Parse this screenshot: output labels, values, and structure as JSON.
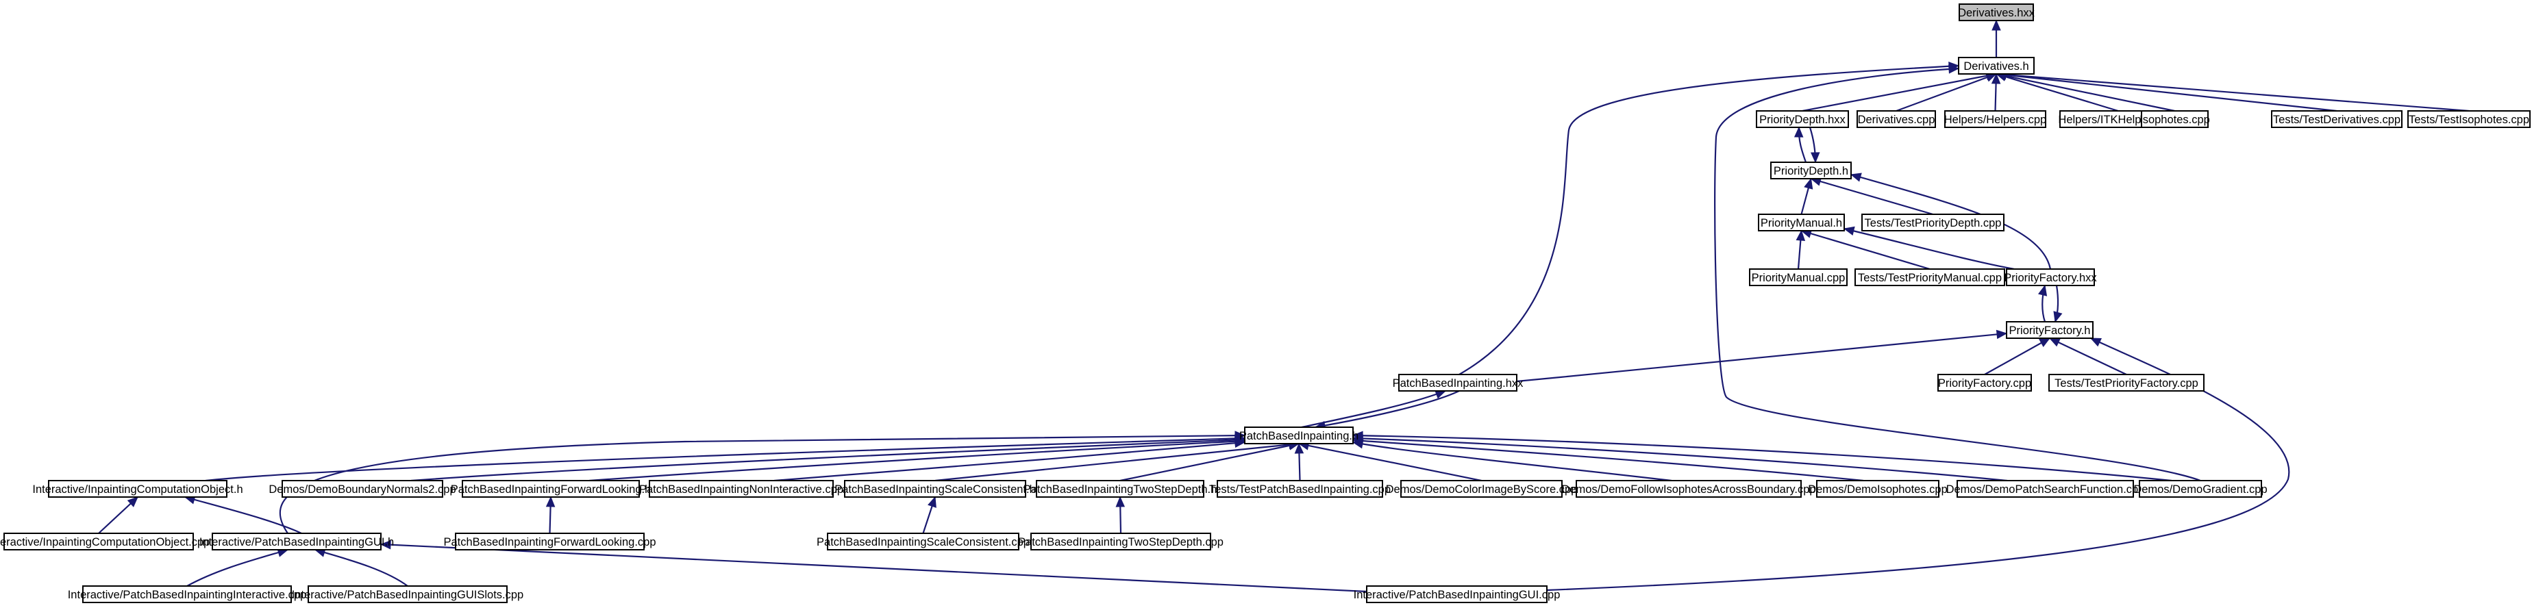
{
  "colors": {
    "edge": "#191970",
    "node_border": "#000000",
    "node_fill": "#ffffff",
    "root_fill": "#bfbfbf",
    "background": "#ffffff"
  },
  "nodes": [
    {
      "id": "derivatives_hxx",
      "label": "Derivatives.hxx",
      "root": true
    },
    {
      "id": "derivatives_h",
      "label": "Derivatives.h"
    },
    {
      "id": "prioritydepth_hxx",
      "label": "PriorityDepth.hxx"
    },
    {
      "id": "derivatives_cpp",
      "label": "Derivatives.cpp"
    },
    {
      "id": "helpers_helpers_cpp",
      "label": "Helpers/Helpers.cpp"
    },
    {
      "id": "helpers_itkhelpers_cpp",
      "label": "Helpers/ITKHelpers.cpp"
    },
    {
      "id": "isophotes_cpp",
      "label": "Isophotes.cpp"
    },
    {
      "id": "tests_testderivatives_cpp",
      "label": "Tests/TestDerivatives.cpp"
    },
    {
      "id": "tests_testisophotes_cpp",
      "label": "Tests/TestIsophotes.cpp"
    },
    {
      "id": "prioritydepth_h",
      "label": "PriorityDepth.h"
    },
    {
      "id": "prioritymanual_h",
      "label": "PriorityManual.h"
    },
    {
      "id": "tests_testprioritydepth_cpp",
      "label": "Tests/TestPriorityDepth.cpp"
    },
    {
      "id": "prioritymanual_cpp",
      "label": "PriorityManual.cpp"
    },
    {
      "id": "tests_testprioritymanual_cpp",
      "label": "Tests/TestPriorityManual.cpp"
    },
    {
      "id": "priorityfactory_hxx",
      "label": "PriorityFactory.hxx"
    },
    {
      "id": "priorityfactory_h",
      "label": "PriorityFactory.h"
    },
    {
      "id": "patchbasedinpainting_hxx",
      "label": "PatchBasedInpainting.hxx"
    },
    {
      "id": "priorityfactory_cpp",
      "label": "PriorityFactory.cpp"
    },
    {
      "id": "tests_testpriorityfactory_cpp",
      "label": "Tests/TestPriorityFactory.cpp"
    },
    {
      "id": "patchbasedinpainting_h",
      "label": "PatchBasedInpainting.h"
    },
    {
      "id": "interactive_inpaintingcomputationobject_h",
      "label": "Interactive/InpaintingComputationObject.h"
    },
    {
      "id": "demos_demoboundarynormals2_cpp",
      "label": "Demos/DemoBoundaryNormals2.cpp"
    },
    {
      "id": "patchbasedinpaintingforwardlooking_h",
      "label": "PatchBasedInpaintingForwardLooking.h"
    },
    {
      "id": "patchbasedinpaintingnoninteractive_cpp",
      "label": "PatchBasedInpaintingNonInteractive.cpp"
    },
    {
      "id": "patchbasedinpaintingscaleconsistent_h",
      "label": "PatchBasedInpaintingScaleConsistent.h"
    },
    {
      "id": "patchbasedinpaintingtwostepdepth_h",
      "label": "PatchBasedInpaintingTwoStepDepth.h"
    },
    {
      "id": "tests_testpatchbasedinpainting_cpp",
      "label": "Tests/TestPatchBasedInpainting.cpp"
    },
    {
      "id": "demos_democolorimagebyscore_cpp",
      "label": "Demos/DemoColorImageByScore.cpp"
    },
    {
      "id": "demos_demofollowisophotesacrossboundary_cpp",
      "label": "Demos/DemoFollowIsophotesAcrossBoundary.cpp"
    },
    {
      "id": "demos_demoisophotes_cpp",
      "label": "Demos/DemoIsophotes.cpp"
    },
    {
      "id": "demos_demopatchsearchfunction_cpp",
      "label": "Demos/DemoPatchSearchFunction.cpp"
    },
    {
      "id": "demos_demogradient_cpp",
      "label": "Demos/DemoGradient.cpp"
    },
    {
      "id": "interactive_inpaintingcomputationobject_cpp",
      "label": "Interactive/InpaintingComputationObject.cpp"
    },
    {
      "id": "interactive_patchbasedinpaintinggui_h",
      "label": "Interactive/PatchBasedInpaintingGUI.h"
    },
    {
      "id": "patchbasedinpaintingforwardlooking_cpp",
      "label": "PatchBasedInpaintingForwardLooking.cpp"
    },
    {
      "id": "patchbasedinpaintingscaleconsistent_cpp",
      "label": "PatchBasedInpaintingScaleConsistent.cpp"
    },
    {
      "id": "patchbasedinpaintingtwostepdepth_cpp",
      "label": "PatchBasedInpaintingTwoStepDepth.cpp"
    },
    {
      "id": "interactive_patchbasedinpaintinginteractive_cpp",
      "label": "Interactive/PatchBasedInpaintingInteractive.cpp"
    },
    {
      "id": "interactive_patchbasedinpaintingguislots_cpp",
      "label": "Interactive/PatchBasedInpaintingGUISlots.cpp"
    },
    {
      "id": "interactive_patchbasedinpaintinggui_cpp",
      "label": "Interactive/PatchBasedInpaintingGUI.cpp"
    }
  ],
  "edges": [
    {
      "from": "derivatives_h",
      "to": "derivatives_hxx"
    },
    {
      "from": "prioritydepth_hxx",
      "to": "derivatives_h"
    },
    {
      "from": "derivatives_cpp",
      "to": "derivatives_h"
    },
    {
      "from": "helpers_helpers_cpp",
      "to": "derivatives_h"
    },
    {
      "from": "helpers_itkhelpers_cpp",
      "to": "derivatives_h"
    },
    {
      "from": "isophotes_cpp",
      "to": "derivatives_h"
    },
    {
      "from": "tests_testderivatives_cpp",
      "to": "derivatives_h"
    },
    {
      "from": "tests_testisophotes_cpp",
      "to": "derivatives_h"
    },
    {
      "from": "patchbasedinpainting_hxx",
      "to": "derivatives_h"
    },
    {
      "from": "demos_demogradient_cpp",
      "to": "derivatives_h"
    },
    {
      "from": "prioritydepth_h",
      "to": "prioritydepth_hxx"
    },
    {
      "from": "prioritydepth_hxx",
      "to": "prioritydepth_h"
    },
    {
      "from": "prioritymanual_h",
      "to": "prioritydepth_h"
    },
    {
      "from": "tests_testprioritydepth_cpp",
      "to": "prioritydepth_h"
    },
    {
      "from": "priorityfactory_hxx",
      "to": "prioritydepth_h"
    },
    {
      "from": "prioritymanual_cpp",
      "to": "prioritymanual_h"
    },
    {
      "from": "tests_testprioritymanual_cpp",
      "to": "prioritymanual_h"
    },
    {
      "from": "priorityfactory_hxx",
      "to": "prioritymanual_h"
    },
    {
      "from": "priorityfactory_h",
      "to": "priorityfactory_hxx"
    },
    {
      "from": "priorityfactory_hxx",
      "to": "priorityfactory_h"
    },
    {
      "from": "patchbasedinpainting_hxx",
      "to": "priorityfactory_h"
    },
    {
      "from": "priorityfactory_cpp",
      "to": "priorityfactory_h"
    },
    {
      "from": "tests_testpriorityfactory_cpp",
      "to": "priorityfactory_h"
    },
    {
      "from": "interactive_patchbasedinpaintinggui_cpp",
      "to": "priorityfactory_h"
    },
    {
      "from": "patchbasedinpainting_h",
      "to": "patchbasedinpainting_hxx"
    },
    {
      "from": "patchbasedinpainting_hxx",
      "to": "patchbasedinpainting_h"
    },
    {
      "from": "interactive_inpaintingcomputationobject_h",
      "to": "patchbasedinpainting_h"
    },
    {
      "from": "demos_demoboundarynormals2_cpp",
      "to": "patchbasedinpainting_h"
    },
    {
      "from": "patchbasedinpaintingforwardlooking_h",
      "to": "patchbasedinpainting_h"
    },
    {
      "from": "patchbasedinpaintingnoninteractive_cpp",
      "to": "patchbasedinpainting_h"
    },
    {
      "from": "patchbasedinpaintingscaleconsistent_h",
      "to": "patchbasedinpainting_h"
    },
    {
      "from": "patchbasedinpaintingtwostepdepth_h",
      "to": "patchbasedinpainting_h"
    },
    {
      "from": "tests_testpatchbasedinpainting_cpp",
      "to": "patchbasedinpainting_h"
    },
    {
      "from": "demos_democolorimagebyscore_cpp",
      "to": "patchbasedinpainting_h"
    },
    {
      "from": "demos_demofollowisophotesacrossboundary_cpp",
      "to": "patchbasedinpainting_h"
    },
    {
      "from": "demos_demoisophotes_cpp",
      "to": "patchbasedinpainting_h"
    },
    {
      "from": "demos_demopatchsearchfunction_cpp",
      "to": "patchbasedinpainting_h"
    },
    {
      "from": "demos_demogradient_cpp",
      "to": "patchbasedinpainting_h"
    },
    {
      "from": "interactive_patchbasedinpaintinggui_h",
      "to": "patchbasedinpainting_h"
    },
    {
      "from": "interactive_inpaintingcomputationobject_cpp",
      "to": "interactive_inpaintingcomputationobject_h"
    },
    {
      "from": "interactive_patchbasedinpaintinggui_h",
      "to": "interactive_inpaintingcomputationobject_h"
    },
    {
      "from": "patchbasedinpaintingforwardlooking_cpp",
      "to": "patchbasedinpaintingforwardlooking_h"
    },
    {
      "from": "patchbasedinpaintingscaleconsistent_cpp",
      "to": "patchbasedinpaintingscaleconsistent_h"
    },
    {
      "from": "patchbasedinpaintingtwostepdepth_cpp",
      "to": "patchbasedinpaintingtwostepdepth_h"
    },
    {
      "from": "interactive_patchbasedinpaintinginteractive_cpp",
      "to": "interactive_patchbasedinpaintinggui_h"
    },
    {
      "from": "interactive_patchbasedinpaintingguislots_cpp",
      "to": "interactive_patchbasedinpaintinggui_h"
    },
    {
      "from": "interactive_patchbasedinpaintinggui_cpp",
      "to": "interactive_patchbasedinpaintinggui_h"
    }
  ]
}
